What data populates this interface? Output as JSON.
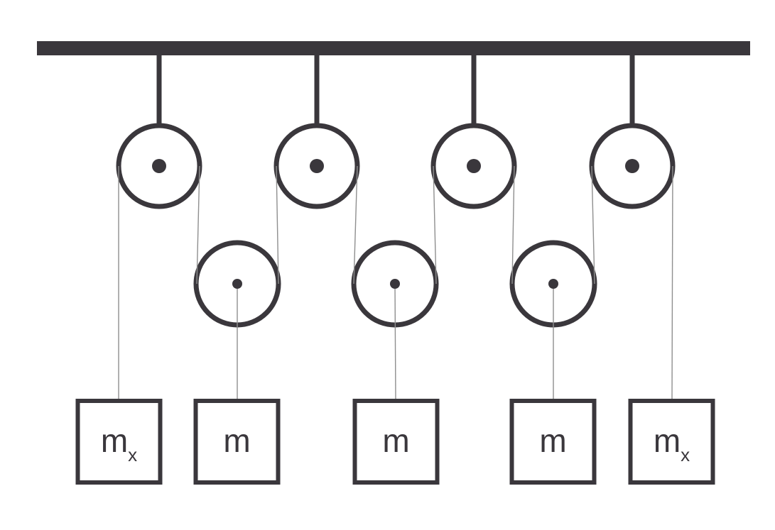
{
  "diagram": {
    "kind": "pulley-system",
    "colors": {
      "ink": "#3a373c",
      "string": "#8f8f8f",
      "background": "#ffffff"
    },
    "counts": {
      "fixed_upper_pulleys": 4,
      "movable_lower_pulleys": 3,
      "masses": 5
    },
    "masses": [
      {
        "base": "m",
        "sub": "x"
      },
      {
        "base": "m",
        "sub": ""
      },
      {
        "base": "m",
        "sub": ""
      },
      {
        "base": "m",
        "sub": ""
      },
      {
        "base": "m",
        "sub": "x"
      }
    ]
  }
}
